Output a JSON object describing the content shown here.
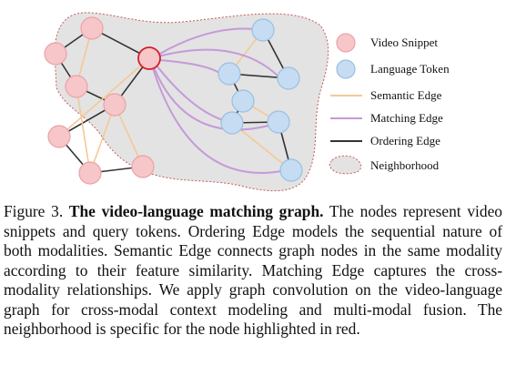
{
  "legend": {
    "video_snippet": "Video Snippet",
    "language_token": "Language Token",
    "semantic_edge": "Semantic Edge",
    "matching_edge": "Matching Edge",
    "ordering_edge": "Ordering Edge",
    "neighborhood": "Neighborhood"
  },
  "colors": {
    "video_node_fill": "#f7c6c8",
    "video_node_stroke": "#e9a3a7",
    "highlight_stroke": "#d21f2a",
    "language_node_fill": "#c6dcf2",
    "language_node_stroke": "#9bbfe2",
    "semantic_edge": "#f5c896",
    "matching_edge": "#c59ad9",
    "ordering_edge": "#333333",
    "neighborhood_fill": "#e3e3e3",
    "neighborhood_stroke": "#c85a5a"
  },
  "caption": {
    "prefix": "Figure 3. ",
    "bold": "The video-language matching graph.",
    "body": " The nodes represent video snippets and query tokens. Ordering Edge models the sequential nature of both modalities. Semantic Edge connects graph nodes in the same modality according to their feature similarity. Matching Edge captures the cross-modality relationships. We apply graph convolution on the video-language graph for cross-modal context modeling and multi-modal fusion. The neighborhood is specific for the node highlighted in red."
  }
}
